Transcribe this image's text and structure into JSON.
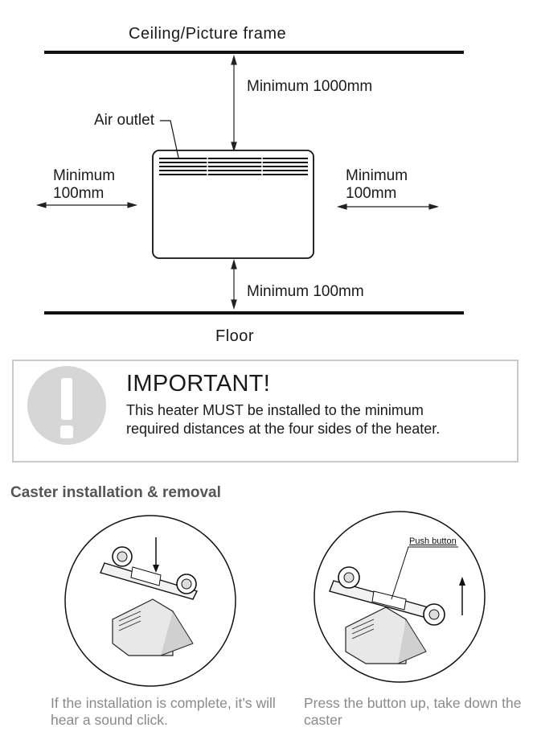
{
  "diagram": {
    "ceiling_label": "Ceiling/Picture frame",
    "floor_label": "Floor",
    "top_clearance": "Minimum 1000mm",
    "bottom_clearance": "Minimum 100mm",
    "left_clearance_line1": "Minimum",
    "left_clearance_line2": "100mm",
    "right_clearance_line1": "Minimum",
    "right_clearance_line2": "100mm",
    "air_outlet_label": "Air outlet"
  },
  "important": {
    "icon": "exclamation-icon",
    "title": "IMPORTANT!",
    "text": "This heater MUST be installed to the minimum required distances at the four sides of the heater."
  },
  "caster": {
    "section_title": "Caster installation & removal",
    "push_button_label": "Push button",
    "caption_left": "If the installation is complete, it’s will hear a sound click.",
    "caption_right": "Press the button up, take down the caster"
  }
}
